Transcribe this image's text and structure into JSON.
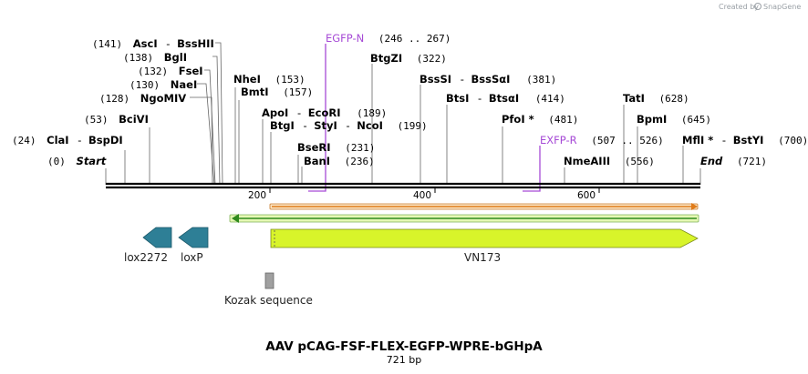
{
  "branding": {
    "created_by": "Created by",
    "app": "SnapGene"
  },
  "title": "AAV pCAG-FSF-FLEX-EGFP-WPRE-bGHpA",
  "subtitle": "721 bp",
  "sites": [
    {
      "pos": "(141)",
      "name": "AscI",
      "name2": "BssHII"
    },
    {
      "pos": "(138)",
      "name": "BglI"
    },
    {
      "pos": "(132)",
      "name": "FseI"
    },
    {
      "pos": "(130)",
      "name": "NaeI"
    },
    {
      "pos": "(128)",
      "name": "NgoMIV"
    },
    {
      "pos": "(53)",
      "name": "BciVI"
    },
    {
      "pos": "(24)",
      "name": "ClaI",
      "name2": "BspDI"
    },
    {
      "pos": "(0)",
      "name": "Start"
    },
    {
      "name": "NheI",
      "pos": "(153)"
    },
    {
      "name": "BmtI",
      "pos": "(157)"
    },
    {
      "name": "ApoI",
      "name2": "EcoRI",
      "pos": "(189)"
    },
    {
      "name": "BtgI",
      "name2": "StyI",
      "name3": "NcoI",
      "pos": "(199)"
    },
    {
      "name": "BseRI",
      "pos": "(231)"
    },
    {
      "name": "BanI",
      "pos": "(236)"
    },
    {
      "name": "BtgZI",
      "pos": "(322)"
    },
    {
      "name": "BssSI",
      "name2": "BssSαI",
      "pos": "(381)"
    },
    {
      "name": "BtsI",
      "name2": "BtsαI",
      "pos": "(414)"
    },
    {
      "name": "PfoI *",
      "pos": "(481)"
    },
    {
      "name": "NmeAIII",
      "pos": "(556)"
    },
    {
      "name": "TatI",
      "pos": "(628)"
    },
    {
      "name": "BpmI",
      "pos": "(645)"
    },
    {
      "name": "MflI *",
      "name2": "BstYI",
      "pos": "(700)"
    },
    {
      "name": "End",
      "pos": "(721)"
    }
  ],
  "primers": [
    {
      "name": "EGFP-N",
      "range": "(246 .. 267)"
    },
    {
      "name": "EXFP-R",
      "range": "(507 .. 526)"
    }
  ],
  "ruler": {
    "ticks": [
      "200",
      "400",
      "600"
    ]
  },
  "features": [
    {
      "name": "lox2272"
    },
    {
      "name": "loxP"
    },
    {
      "name": "VN173"
    },
    {
      "name": "Kozak sequence"
    }
  ],
  "colors": {
    "primer": "#a64ad6",
    "lox": "#2e7f96",
    "vn173": "#d8f42a",
    "orf_top": "#e07b18",
    "orf_bottom": "#2f8a1d",
    "kozak": "#a0a0a0"
  }
}
